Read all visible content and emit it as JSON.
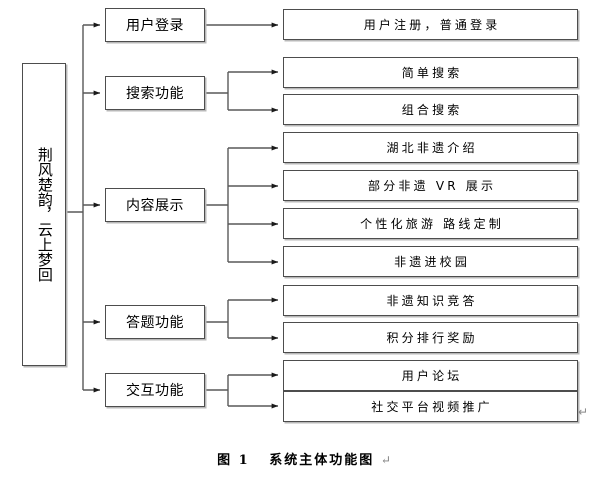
{
  "figure": {
    "caption_label": "图 1",
    "caption_text": "系统主体功能图",
    "paragraph_mark": "↵",
    "edge_mark": "↵"
  },
  "root": {
    "label": "荆风楚韵，云上梦回"
  },
  "branches": [
    {
      "id": "user-login",
      "label": "用户登录",
      "children": [
        {
          "id": "register-login",
          "label": "用户注册，普通登录"
        }
      ]
    },
    {
      "id": "search",
      "label": "搜索功能",
      "children": [
        {
          "id": "simple-search",
          "label": "简单搜索"
        },
        {
          "id": "combined-search",
          "label": "组合搜索"
        }
      ]
    },
    {
      "id": "content-display",
      "label": "内容展示",
      "children": [
        {
          "id": "hubei-ich-intro",
          "label": "湖北非遗介绍"
        },
        {
          "id": "partial-ich-vr",
          "label": "部分非遗 VR 展示"
        },
        {
          "id": "custom-travel-route",
          "label": "个性化旅游 路线定制"
        },
        {
          "id": "ich-into-campus",
          "label": "非遗进校园"
        }
      ]
    },
    {
      "id": "quiz",
      "label": "答题功能",
      "children": [
        {
          "id": "ich-knowledge-quiz",
          "label": "非遗知识竞答"
        },
        {
          "id": "points-ranking-reward",
          "label": "积分排行奖励"
        }
      ]
    },
    {
      "id": "interaction",
      "label": "交互功能",
      "children": [
        {
          "id": "user-forum",
          "label": "用户论坛"
        },
        {
          "id": "social-video-promo",
          "label": "社交平台视频推广"
        }
      ]
    }
  ],
  "colors": {
    "border": "#4d4d4d",
    "shadow": "#b8b8b8",
    "line": "#595959",
    "background": "#ffffff",
    "text": "#000000"
  }
}
